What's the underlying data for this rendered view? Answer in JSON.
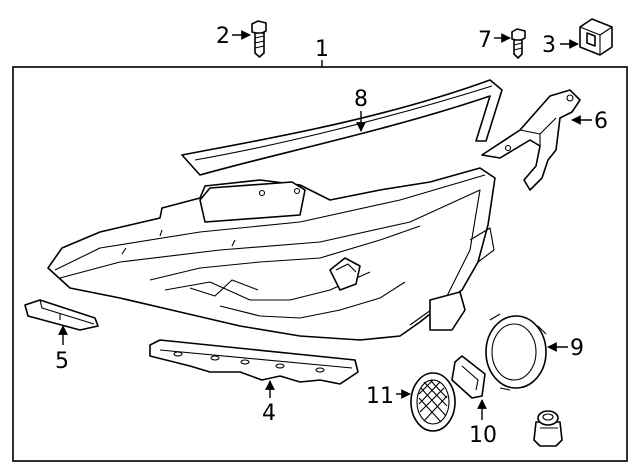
{
  "diagram": {
    "colors": {
      "line": "#000000",
      "background": "#ffffff"
    },
    "callouts": [
      "1",
      "2",
      "3",
      "4",
      "5",
      "6",
      "7",
      "8",
      "9",
      "10",
      "11"
    ]
  }
}
